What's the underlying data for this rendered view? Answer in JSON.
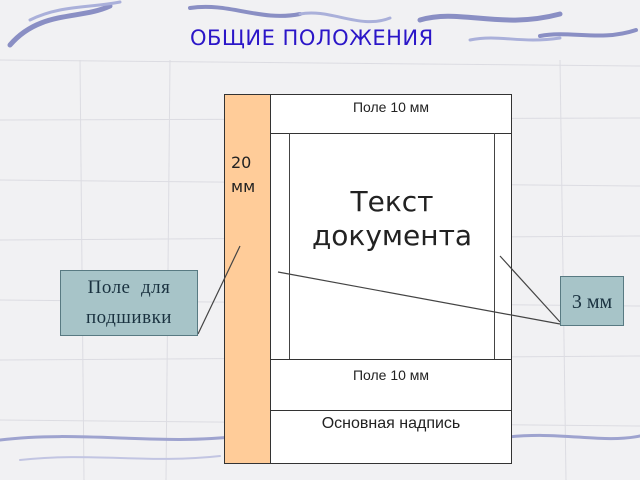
{
  "title": "ОБЩИЕ ПОЛОЖЕНИЯ",
  "sheet": {
    "binding_margin_label_line1": "20",
    "binding_margin_label_line2": "мм",
    "top_margin_label": "Поле 10 мм",
    "body_text_line1": "Текст",
    "body_text_line2": "документа",
    "bottom_margin_label": "Поле 10 мм",
    "title_block_label": "Основная надпись"
  },
  "callouts": {
    "binding_field_line1": "Поле  для",
    "binding_field_line2": "подшивки",
    "frame_gap": "3 мм"
  },
  "colors": {
    "title": "#2b16c8",
    "binding_strip": "#ffcc99",
    "callout_fill": "#a7c4c8",
    "background": "#f1f1f3"
  }
}
